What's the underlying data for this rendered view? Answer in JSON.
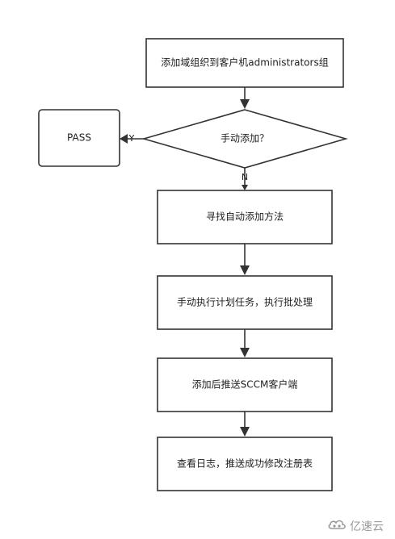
{
  "nodes": {
    "add_group": "添加域组织到客户机administrators组",
    "decision": "手动添加？",
    "pass": "PASS",
    "find_auto": "寻找自动添加方法",
    "manual_task": "手动执行计划任务，执行批处理",
    "push_sccm": "添加后推送SCCM客户端",
    "check_log": "查看日志，推送成功修改注册表"
  },
  "edges": {
    "yes_label": "Y",
    "no_label": "N"
  },
  "watermark": {
    "text": "亿速云",
    "icon": "cloud-logo-icon"
  },
  "colors": {
    "stroke": "#333333",
    "text": "#222222",
    "watermark": "#9a9a9a"
  }
}
